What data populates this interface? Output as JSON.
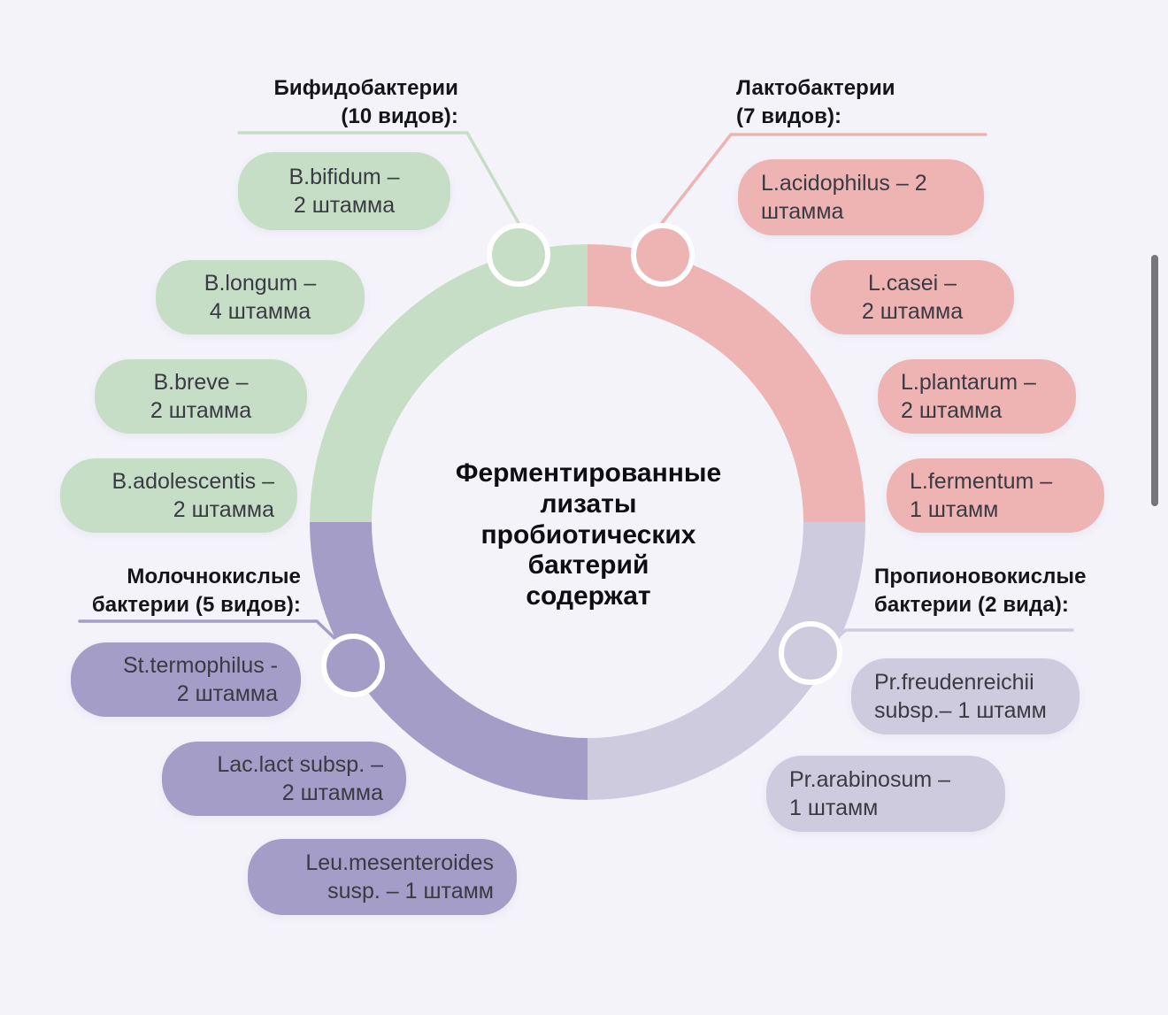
{
  "center": {
    "title": "Ферментированные\nлизаты\nпробиотических\nбактерий\nсодержат"
  },
  "colors": {
    "background": "#f4f3fa",
    "bifidobacteria": "#c6dec6",
    "lactobacteria": "#eeb3b3",
    "lactic_acid_bacteria": "#a39dc8",
    "propionic_acid_bacteria": "#cfcbdf",
    "text": "#3a3a42",
    "heading": "#14151a"
  },
  "groups": [
    {
      "id": "bifidobacteria",
      "title": "Бифидобактерии\n(10 видов):",
      "color": "#c6dec6",
      "items": [
        {
          "label": "B.bifidum –\n2 штамма"
        },
        {
          "label": "B.longum –\n4 штамма"
        },
        {
          "label": "B.breve –\n2 штамма"
        },
        {
          "label": "B.adolescentis –\n2 штамма"
        }
      ]
    },
    {
      "id": "lactobacteria",
      "title": "Лактобактерии\n(7 видов):",
      "color": "#eeb3b3",
      "items": [
        {
          "label": "L.acidophilus – 2\nштамма"
        },
        {
          "label": "L.casei –\n2 штамма"
        },
        {
          "label": "L.plantarum –\n2 штамма"
        },
        {
          "label": "L.fermentum –\n1 штамм"
        }
      ]
    },
    {
      "id": "lactic-acid-bacteria",
      "title": "Молочнокислые\nбактерии (5 видов):",
      "color": "#a39dc8",
      "items": [
        {
          "label": "St.termophilus  -\n2 штамма"
        },
        {
          "label": "Lac.lact subsp. –\n2 штамма"
        },
        {
          "label": "Leu.mesenteroides\nsusp. – 1 штамм"
        }
      ]
    },
    {
      "id": "propionic-acid-bacteria",
      "title": "Пропионовокислые\nбактерии (2 вида):",
      "color": "#cfcbdf",
      "items": [
        {
          "label": "Pr.freudenreichii\nsubsp.– 1 штамм"
        },
        {
          "label": "Pr.arabinosum –\n1 штамм"
        }
      ]
    }
  ],
  "chart_data": {
    "type": "pie",
    "title": "Ферментированные лизаты пробиотических бактерий содержат",
    "categories": [
      "Бифидобактерии (10 видов)",
      "Лактобактерии (7 видов)",
      "Молочнокислые бактерии (5 видов)",
      "Пропионовокислые бактерии (2 вида)"
    ],
    "values": [
      25,
      25,
      25,
      25
    ],
    "colors": [
      "#c6dec6",
      "#eeb3b3",
      "#a39dc8",
      "#cfcbdf"
    ],
    "species_counts": [
      10,
      7,
      5,
      2
    ],
    "legend": "labels-around-donut",
    "donut": true
  }
}
